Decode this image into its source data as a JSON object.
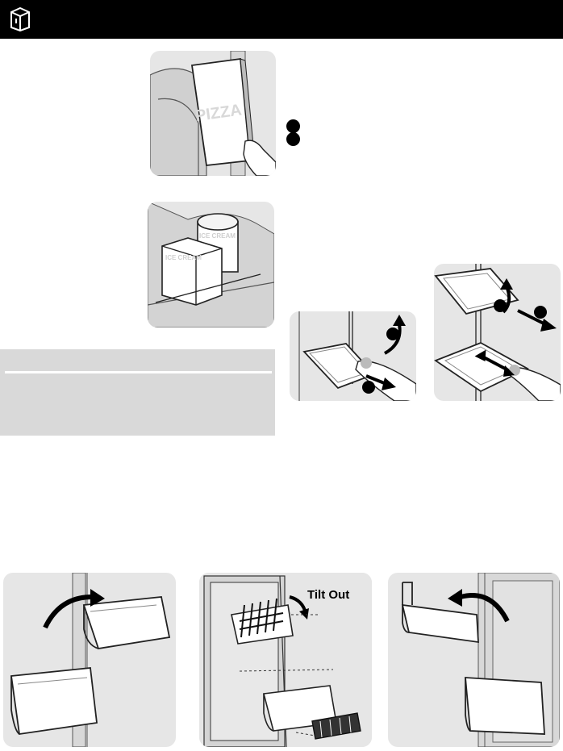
{
  "header": {
    "logo_icon": "fridge-logo-icon",
    "background": "#000000"
  },
  "illustrations": {
    "pizza_box": {
      "icon": "pizza-box-icon",
      "box_text": "PIZZA"
    },
    "ice_cream": {
      "icon": "ice-cream-cartons-icon",
      "label_front": "ICE CREAM",
      "label_back": "ICE CREAM"
    },
    "bin_tilt": {
      "icon": "door-bin-tilt-icon",
      "tilt_label": "Tilt Out"
    }
  },
  "note_box": {
    "background": "#d9d9d9"
  },
  "bullets": [
    {
      "icon": "bullet-dot-icon"
    },
    {
      "icon": "bullet-dot-icon"
    }
  ]
}
